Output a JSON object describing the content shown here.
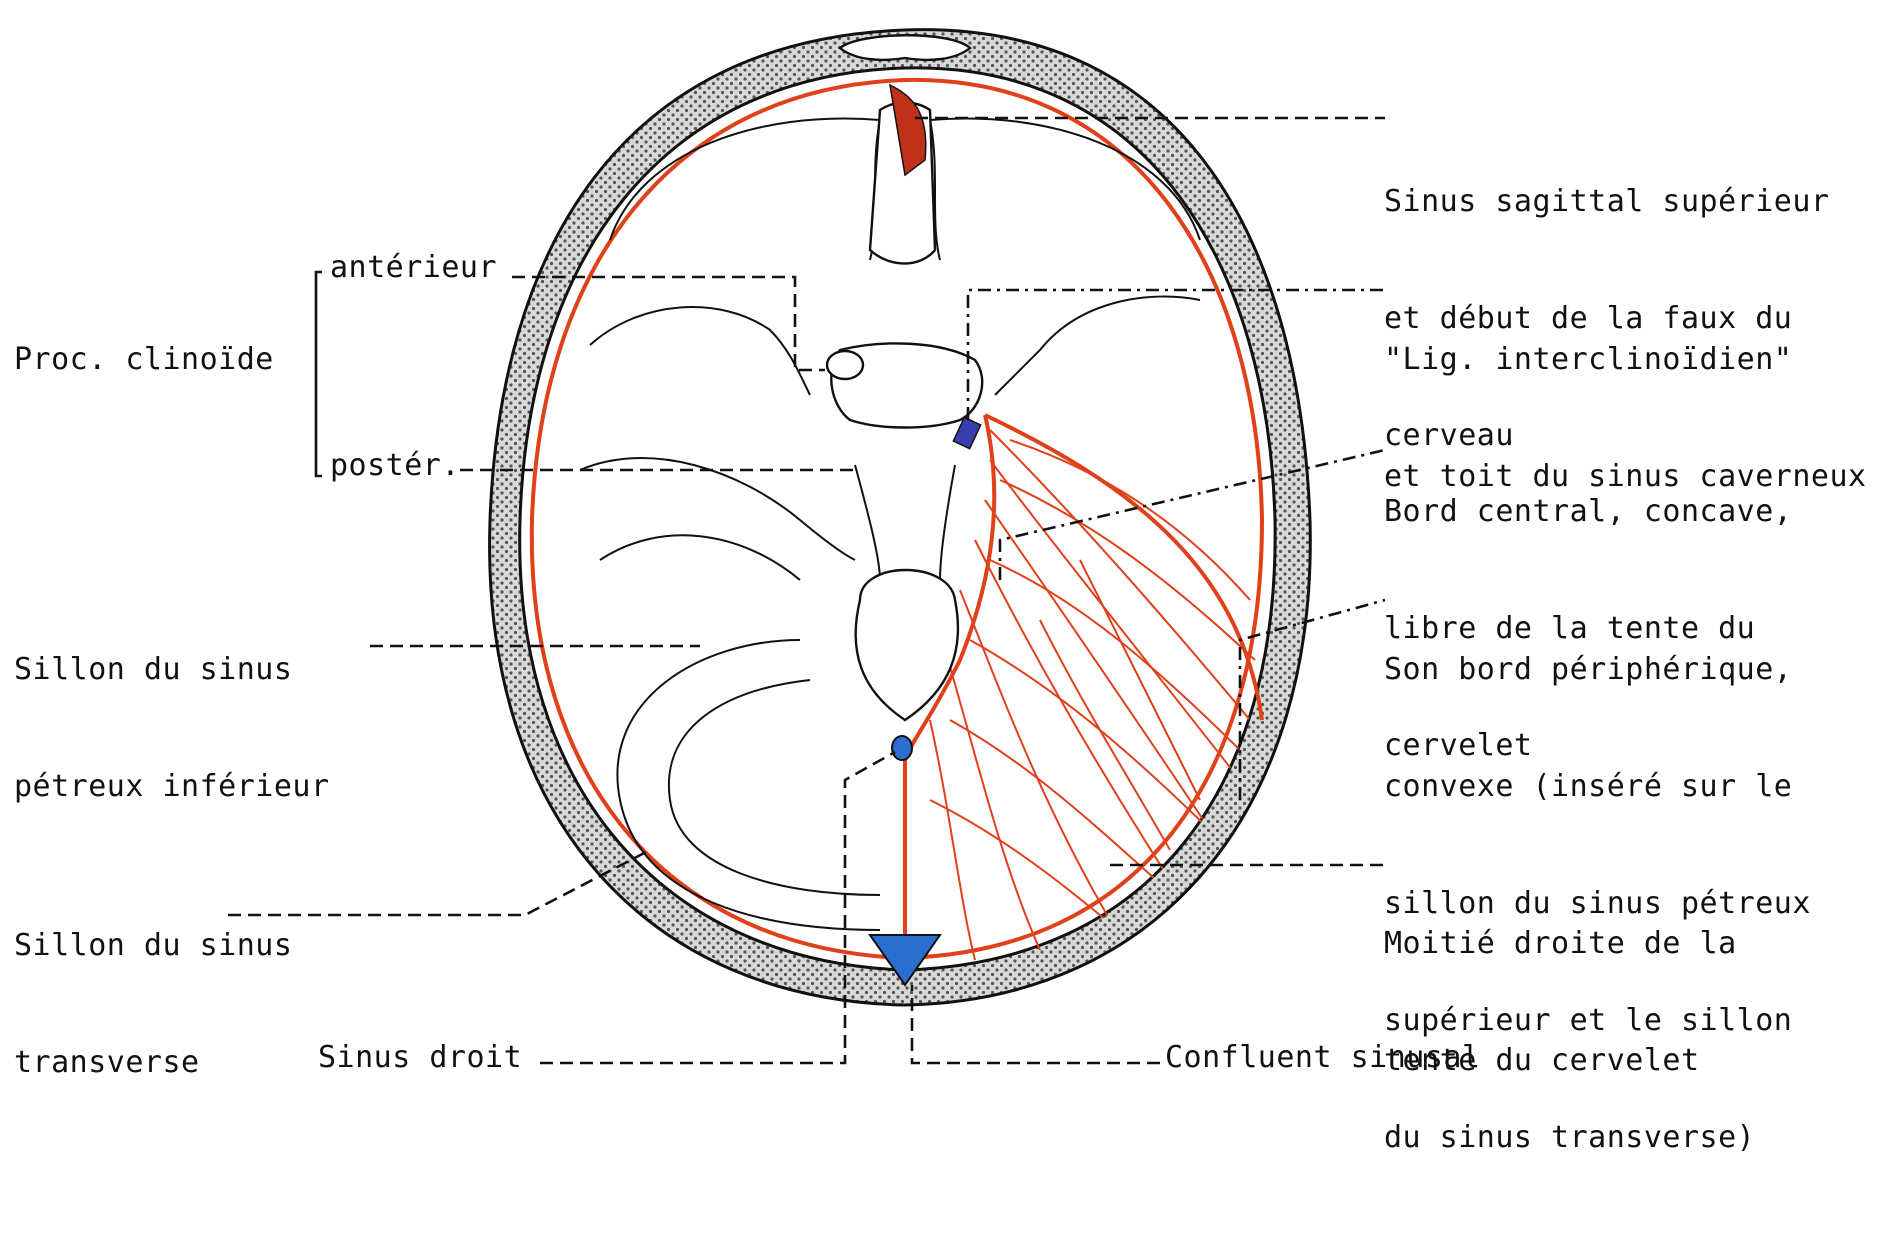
{
  "colors": {
    "dura": "#e0401a",
    "bone_stipple": "#9a9a9a",
    "venous_sinus": "#2a6fd0",
    "ink": "#111111"
  },
  "labels": {
    "proc_clinoide": "Proc. clinoïde",
    "anterieur": "antérieur",
    "poster": "postér.",
    "sillon_petreux_inf": [
      "Sillon du sinus",
      "pétreux inférieur"
    ],
    "sillon_transverse": [
      "Sillon du sinus",
      "transverse"
    ],
    "sinus_droit": "Sinus droit",
    "confluent": "Confluent sinusal",
    "sinus_sagittal": [
      "Sinus sagittal supérieur",
      "et début de la faux du",
      "cerveau"
    ],
    "lig_interclinoidien": [
      "\"Lig. interclinoïdien\"",
      "et toit du sinus caverneux"
    ],
    "bord_central": [
      "Bord central, concave,",
      "libre de la tente du",
      "cervelet"
    ],
    "bord_peripherique": [
      "Son bord périphérique,",
      "convexe (inséré sur le",
      "sillon du sinus pétreux",
      "supérieur et le sillon",
      "du sinus transverse)"
    ],
    "moitie_droite": [
      "Moitié droite de la",
      "tente du cervelet"
    ]
  }
}
